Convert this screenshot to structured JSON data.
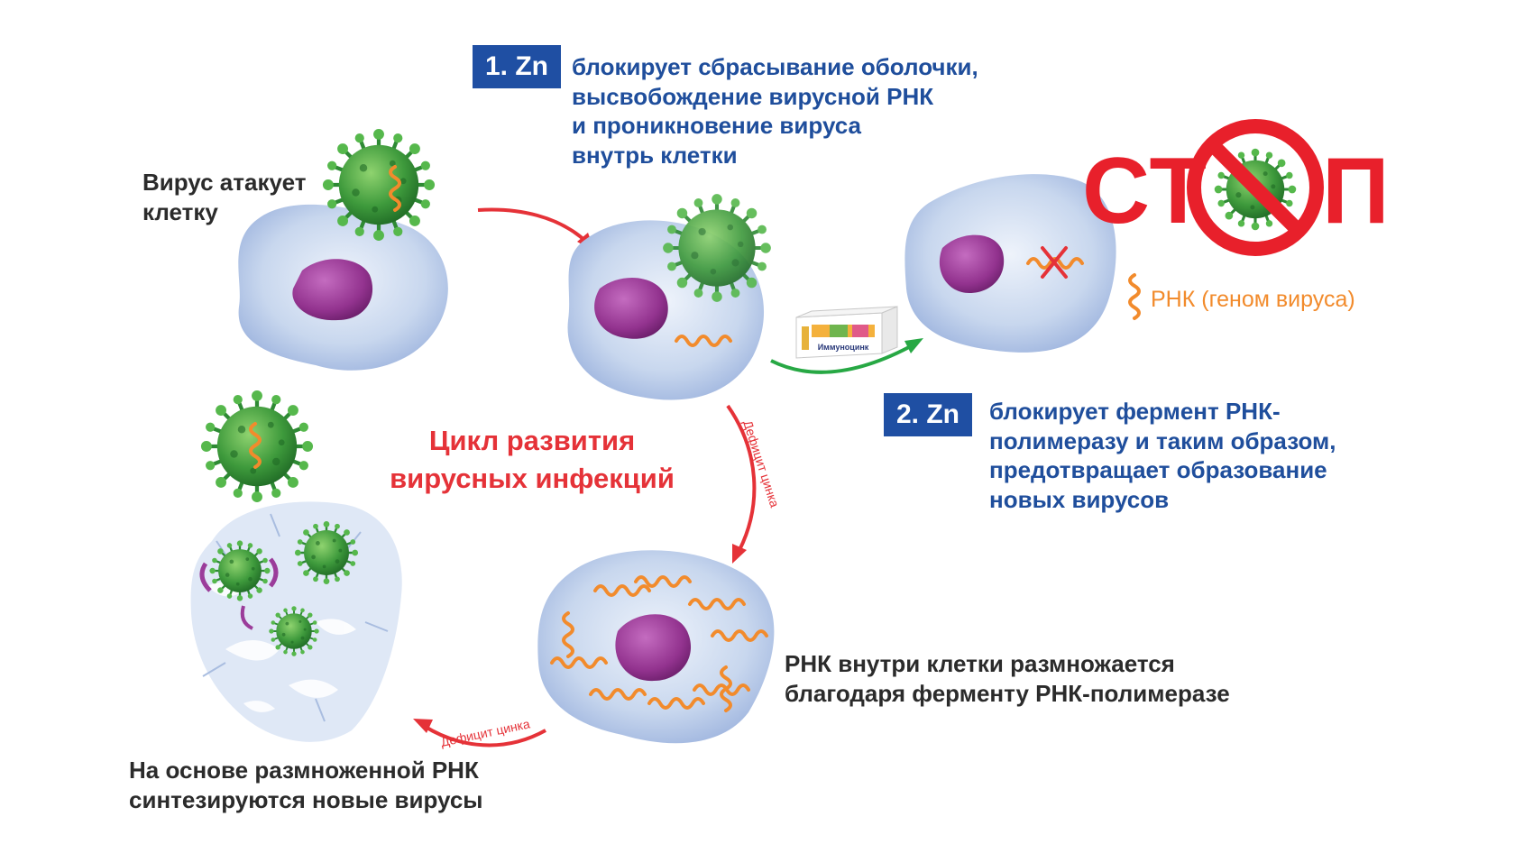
{
  "step1": {
    "badge": "1. Zn",
    "lines": [
      "блокирует  сбрасывание оболочки,",
      "высвобождение вирусной РНК",
      "и проникновение вируса",
      "внутрь клетки"
    ]
  },
  "step2": {
    "badge": "2. Zn",
    "lines": [
      "блокирует фермент РНК-",
      "полимеразу и таким образом,",
      "предотвращает образование",
      "новых вирусов"
    ]
  },
  "attack_label": [
    "Вирус атакует",
    "клетку"
  ],
  "cycle_title": [
    "Цикл развития",
    "вирусных инфекций"
  ],
  "stop_left": "СТ",
  "stop_right": "П",
  "rna_legend": "РНК (геном вируса)",
  "replication_label": [
    "РНК внутри клетки  размножается",
    "благодаря ферменту РНК-полимеразе"
  ],
  "synthesis_label": [
    "На основе размноженной РНК",
    "синтезируются новые вирусы"
  ],
  "arrow_label_1": "Дефицит цинка",
  "arrow_label_2": "Дефицит цинка",
  "product": {
    "name": "Иммуноцинк"
  },
  "colors": {
    "badge": "#1f4fa3",
    "blue_text": "#1f4e9c",
    "red": "#e53238",
    "stop_red": "#e8202b",
    "orange": "#f28b2c",
    "green_arrow": "#27a844",
    "cell": "#c9d8ee",
    "nucleus": "#9b3c9a",
    "virus": "#3e9a3c"
  },
  "icons": [
    "virus-icon",
    "cell-icon",
    "nucleus-icon",
    "rna-strand-icon",
    "stop-sign-icon",
    "cross-mark-icon",
    "medicine-box-icon"
  ]
}
